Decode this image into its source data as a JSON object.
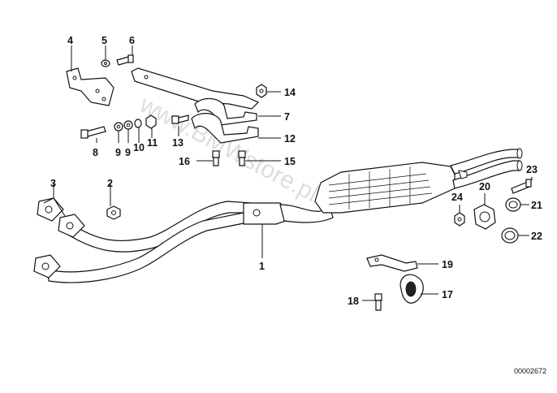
{
  "diagram": {
    "watermark": "www.BMWstore.pl",
    "reference_number": "00002672",
    "callouts": [
      "1",
      "2",
      "3",
      "4",
      "5",
      "6",
      "7",
      "8",
      "9",
      "9",
      "10",
      "11",
      "12",
      "13",
      "14",
      "15",
      "16",
      "17",
      "18",
      "19",
      "20",
      "21",
      "22",
      "23",
      "24"
    ]
  }
}
